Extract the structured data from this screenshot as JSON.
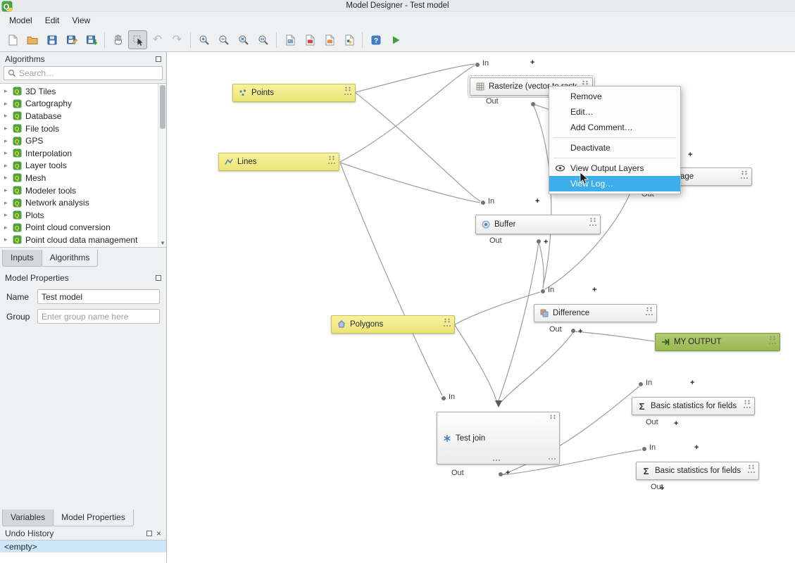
{
  "titlebar": {
    "title": "Model Designer - Test model"
  },
  "menubar": {
    "items": [
      {
        "label": "Model"
      },
      {
        "label": "Edit"
      },
      {
        "label": "View"
      }
    ]
  },
  "toolbar": {
    "buttons": [
      "new-model",
      "open-model",
      "save-model",
      "save-model-as",
      "save-model-in-project",
      "pan",
      "select-move-item",
      "undo",
      "redo",
      "zoom-in",
      "zoom-out",
      "zoom-full",
      "zoom-actual",
      "export-as-image",
      "export-as-pdf",
      "export-as-svg",
      "export-as-script",
      "help",
      "run-model"
    ],
    "undo_glyph": "↶",
    "redo_glyph": "↷"
  },
  "sidebar": {
    "algorithms": {
      "title": "Algorithms",
      "search_placeholder": "Search…",
      "items": [
        "3D Tiles",
        "Cartography",
        "Database",
        "File tools",
        "GPS",
        "Interpolation",
        "Layer tools",
        "Mesh",
        "Modeler tools",
        "Network analysis",
        "Plots",
        "Point cloud conversion",
        "Point cloud data management"
      ],
      "expander": "▸",
      "scroll_down_arrow": "▼",
      "tabs": {
        "inputs": "Inputs",
        "algorithms": "Algorithms"
      }
    },
    "model_properties": {
      "title": "Model Properties",
      "name_label": "Name",
      "name_value": "Test model",
      "group_label": "Group",
      "group_placeholder": "Enter group name here",
      "tabs": {
        "variables": "Variables",
        "model_properties": "Model Properties"
      }
    },
    "undo_history": {
      "title": "Undo History",
      "close_glyph": "×",
      "rows": [
        "<empty>"
      ]
    }
  },
  "canvas": {
    "port_in": "In",
    "port_out": "Out",
    "plus": "+",
    "sigma": "Σ",
    "nodes": {
      "points": {
        "label": "Points"
      },
      "lines": {
        "label": "Lines"
      },
      "polygons": {
        "label": "Polygons"
      },
      "rasterize": {
        "label": "Rasterize (vector to raster)"
      },
      "hidden": {
        "label": "age"
      },
      "buffer": {
        "label": "Buffer"
      },
      "difference": {
        "label": "Difference"
      },
      "my_output": {
        "label": "MY OUTPUT"
      },
      "test_join": {
        "label": "Test join"
      },
      "stats1": {
        "label": "Basic statistics for fields"
      },
      "stats2": {
        "label": "Basic statistics for fields"
      }
    },
    "context_menu": {
      "items": [
        "Remove",
        "Edit…",
        "Add Comment…",
        "Deactivate",
        "View Output Layers",
        "View Log…"
      ],
      "highlighted": "View Log…"
    }
  }
}
